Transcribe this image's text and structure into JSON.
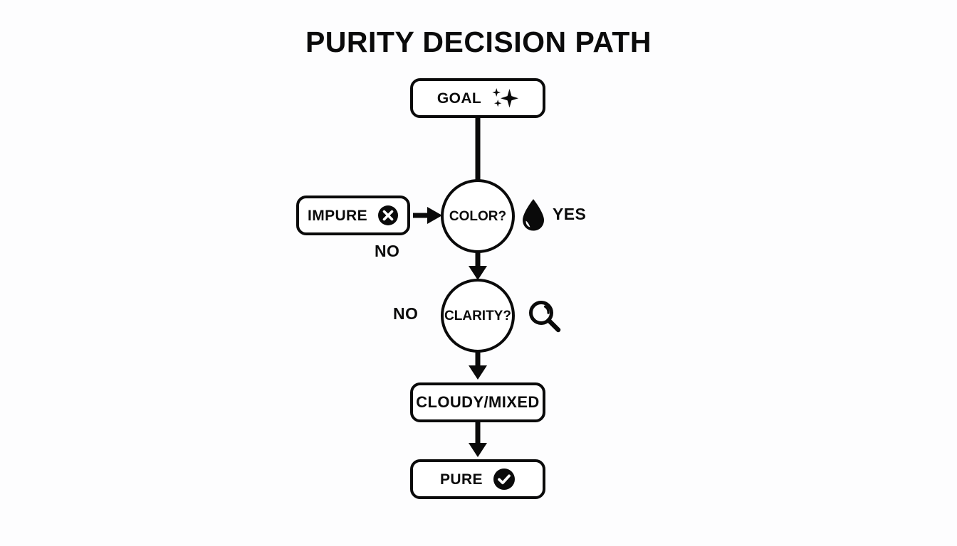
{
  "page": {
    "title": "PURITY DECISION PATH",
    "background_color": "#fdfdfe",
    "ink_color": "#0a0a0a"
  },
  "nodes": {
    "goal": {
      "label": "GOAL",
      "icon": "sparkles-icon",
      "shape": "rounded-box"
    },
    "impure": {
      "label": "IMPURE",
      "icon": "circle-x-icon",
      "shape": "rounded-box"
    },
    "color": {
      "label": "COLOR?",
      "shape": "circle"
    },
    "clarity": {
      "label": "CLARITY?",
      "shape": "circle"
    },
    "cloudy": {
      "label": "CLOUDY/MIXED",
      "shape": "rounded-box"
    },
    "pure": {
      "label": "PURE",
      "icon": "circle-check-icon",
      "shape": "rounded-box"
    }
  },
  "edge_labels": {
    "color_no": "NO",
    "color_yes": "YES",
    "clarity_no": "NO"
  },
  "side_icons": {
    "droplet": "droplet-icon",
    "magnifier": "magnifier-icon"
  }
}
